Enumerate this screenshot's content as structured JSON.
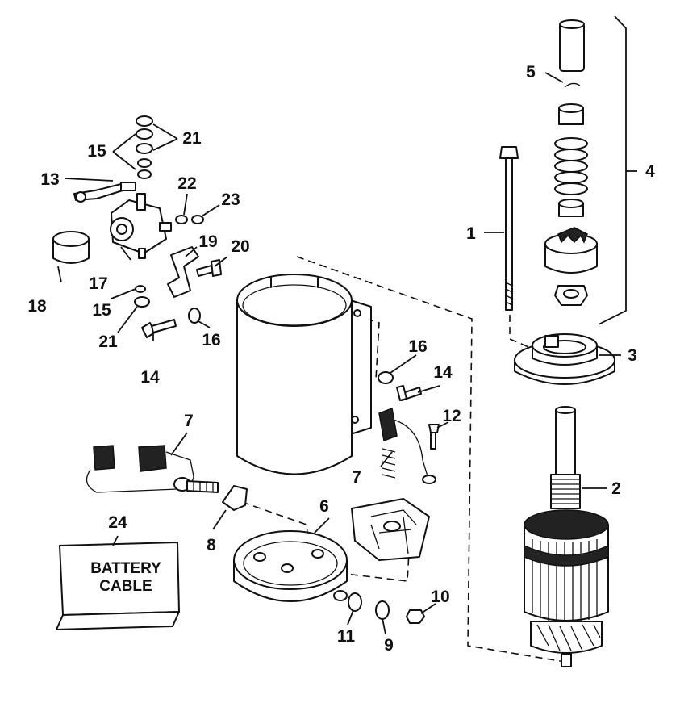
{
  "diagram": {
    "callouts": {
      "c1": "1",
      "c2": "2",
      "c3": "3",
      "c4": "4",
      "c5": "5",
      "c6": "6",
      "c7a": "7",
      "c7b": "7",
      "c8": "8",
      "c9": "9",
      "c10": "10",
      "c11": "11",
      "c12": "12",
      "c13": "13",
      "c14a": "14",
      "c14b": "14",
      "c15a": "15",
      "c15b": "15",
      "c16a": "16",
      "c16b": "16",
      "c17": "17",
      "c18": "18",
      "c19": "19",
      "c20": "20",
      "c21a": "21",
      "c21b": "21",
      "c22": "22",
      "c23": "23",
      "c24": "24"
    },
    "battery_box": {
      "line1": "BATTERY",
      "line2": "CABLE"
    }
  }
}
